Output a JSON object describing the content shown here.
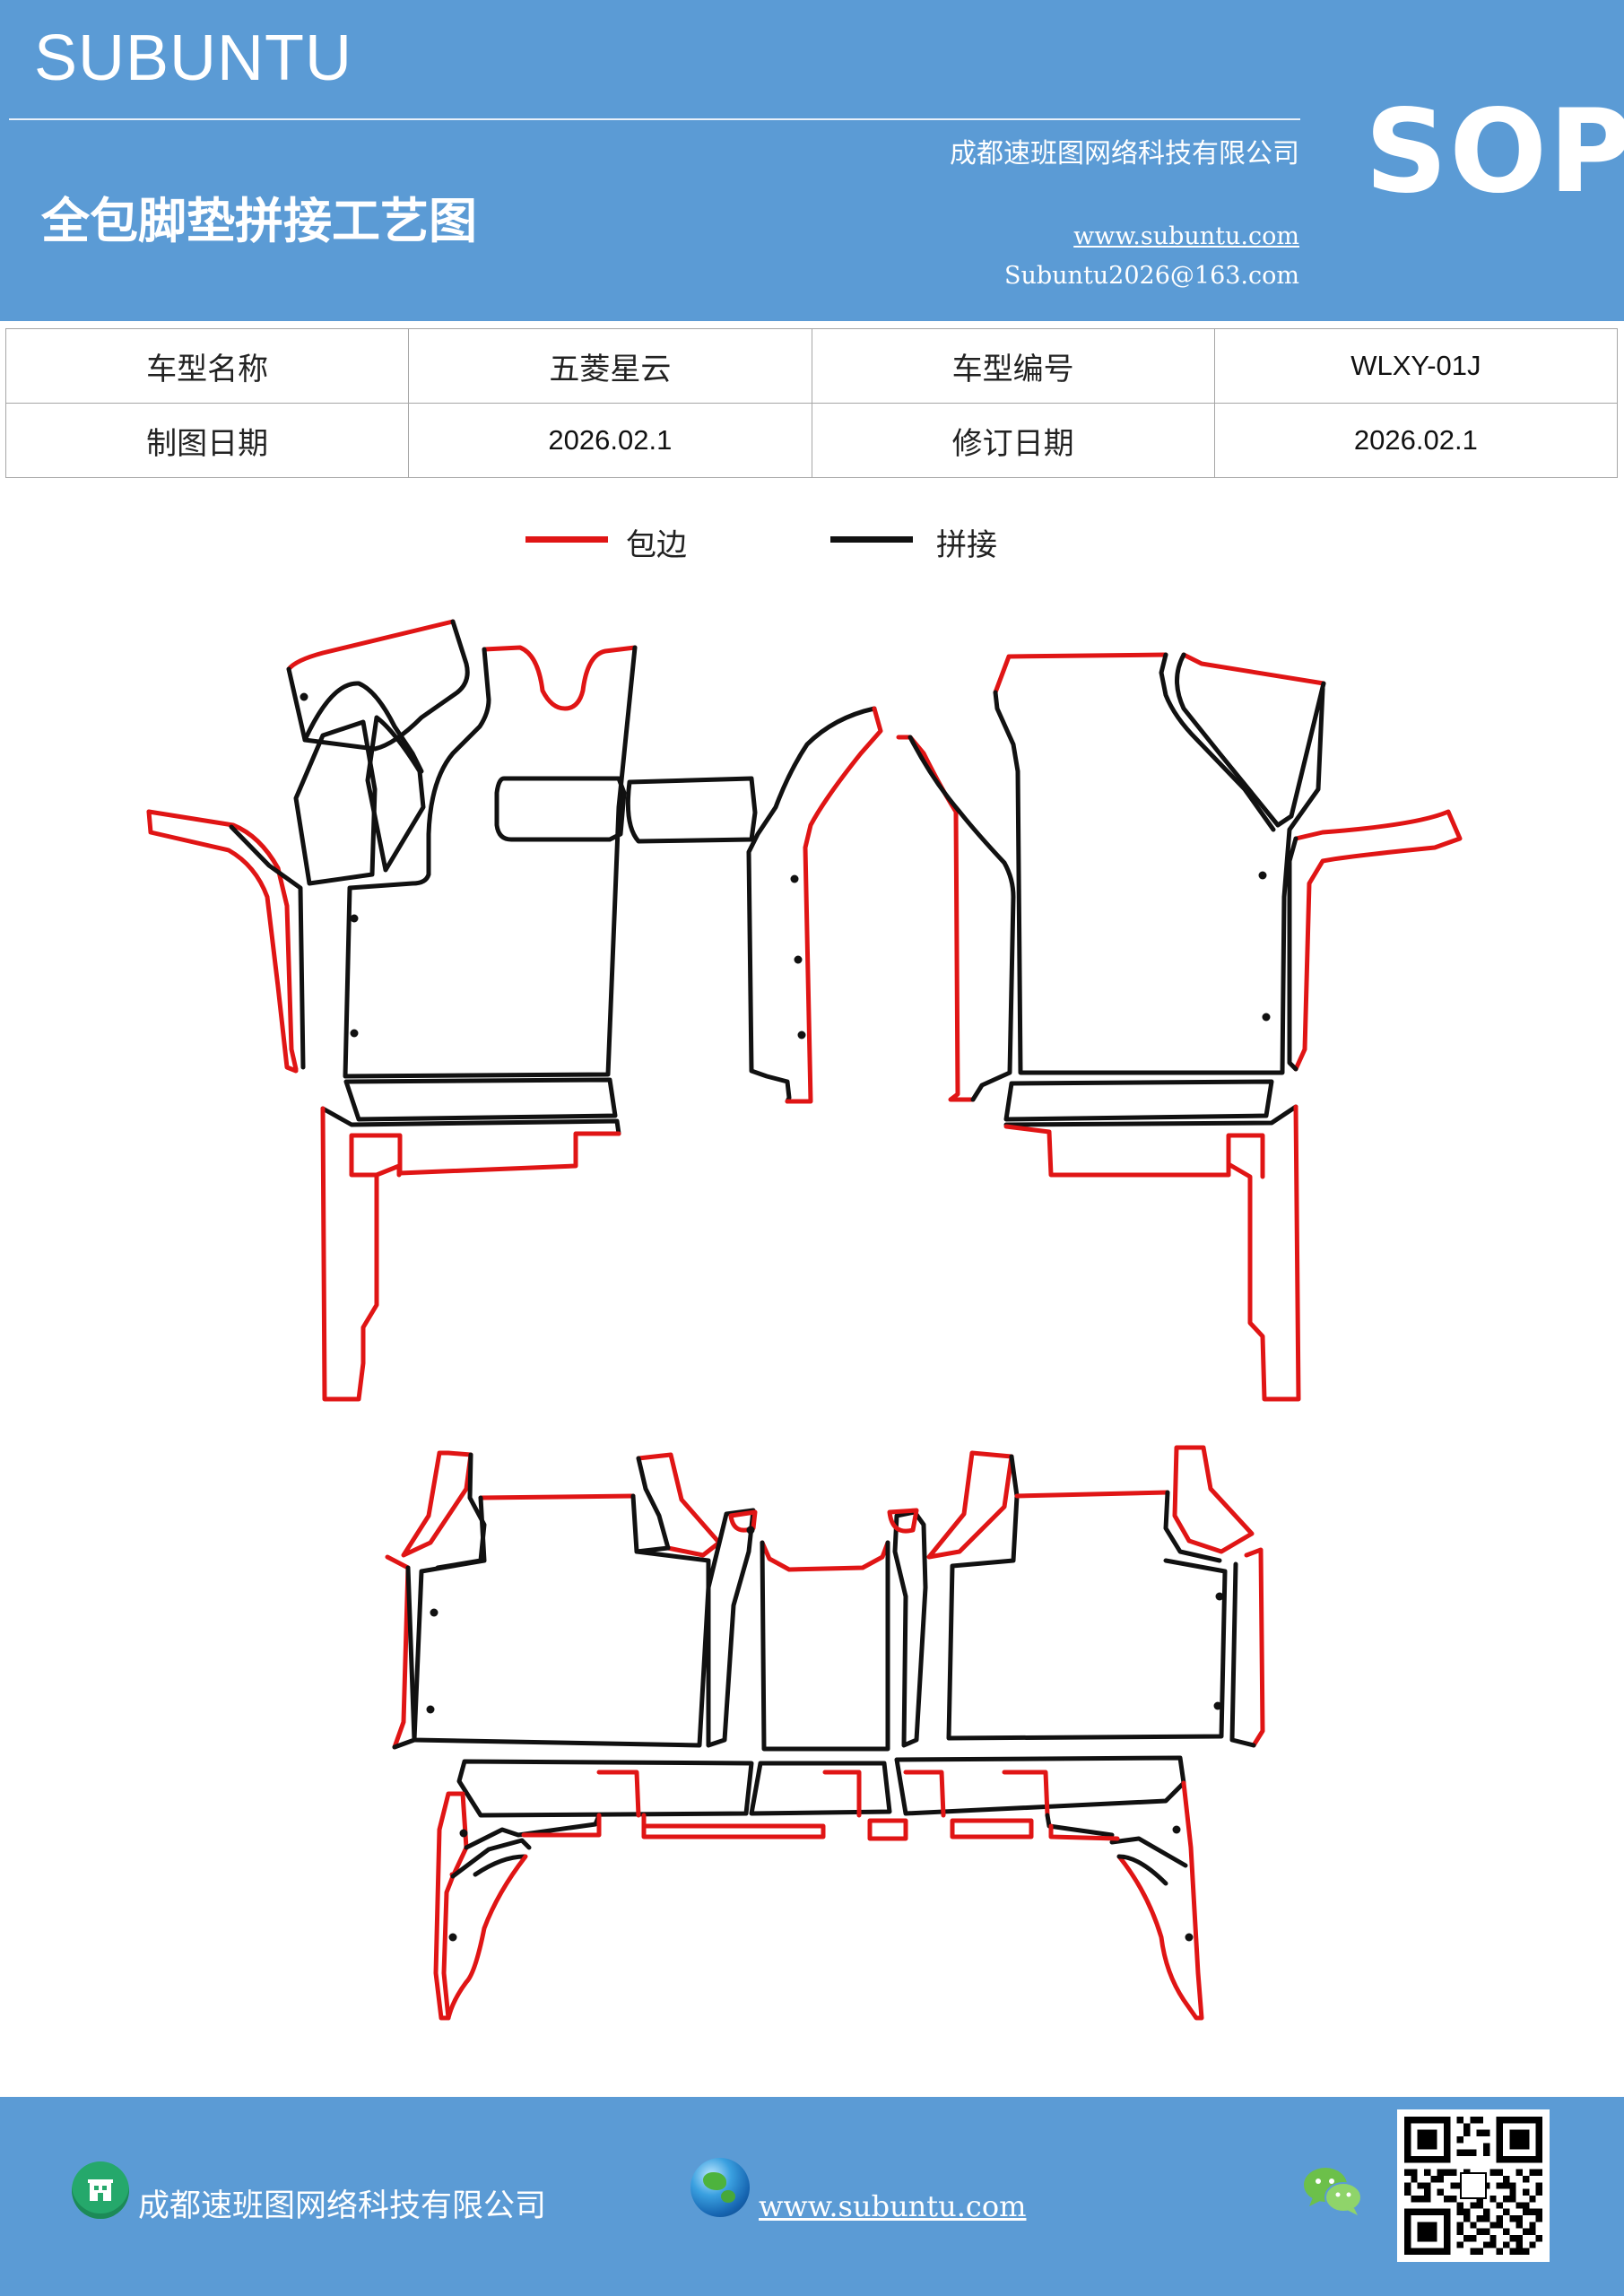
{
  "header": {
    "brand": "SUBUNTU",
    "company": "成都速班图网络科技有限公司",
    "title": "全包脚垫拼接工艺图",
    "website": "www.subuntu.com",
    "email": "Subuntu2026@163.com",
    "badge": "SOP"
  },
  "info_table": {
    "rows": [
      {
        "label1": "车型名称",
        "value1": "五菱星云",
        "label2": "车型编号",
        "value2": "WLXY-01J"
      },
      {
        "label1": "制图日期",
        "value1": "2026.02.1",
        "label2": "修订日期",
        "value2": "2026.02.1"
      }
    ]
  },
  "legend": {
    "items": [
      {
        "label": "包边",
        "color": "#e01515"
      },
      {
        "label": "拼接",
        "color": "#111111"
      }
    ]
  },
  "footer": {
    "company": "成都速班图网络科技有限公司",
    "website": "www.subuntu.com",
    "icons": [
      "building-icon",
      "globe-icon",
      "wechat-icon",
      "qr-code"
    ]
  }
}
